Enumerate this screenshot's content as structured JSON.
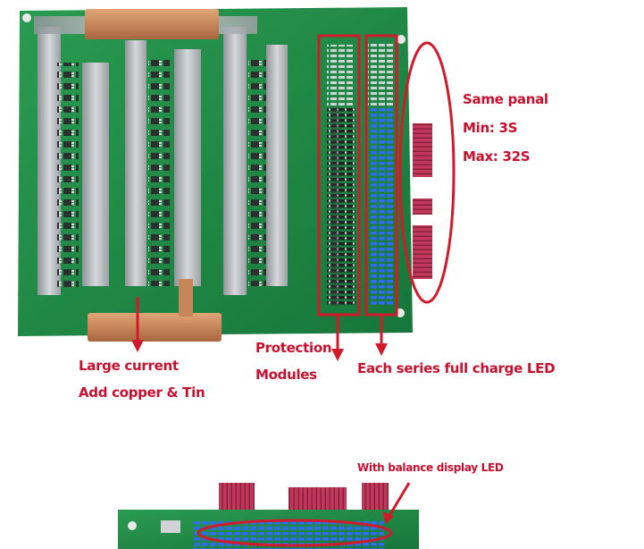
{
  "annotations": {
    "same_panel": "Same panal",
    "min": "Min: 3S",
    "max": "Max: 32S",
    "large_current": "Large current",
    "copper_tin": "Add copper & Tin",
    "protection": "Protection",
    "modules": "Modules",
    "full_charge_led": "Each series full charge LED",
    "balance_led": "With balance display LED"
  },
  "colors": {
    "annotation_red": "#c8102e",
    "pcb_green": "#1f8a45",
    "copper": "#c98b5a",
    "tin": "#b9bdc0",
    "led_blue": "#2f6bff",
    "cable_red": "#c0395a"
  },
  "boards": [
    "bms-board-top",
    "bms-board-bottom"
  ]
}
